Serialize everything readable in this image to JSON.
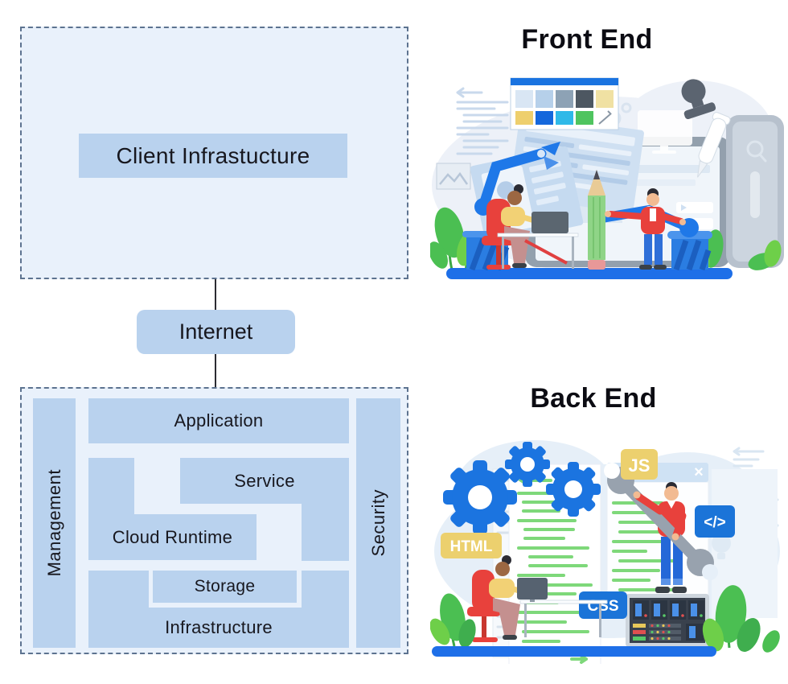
{
  "left_diagram": {
    "client_label": "Client Infrastucture",
    "internet_label": "Internet",
    "management_label": "Management",
    "security_label": "Security",
    "application_label": "Application",
    "service_label": "Service",
    "cloud_runtime_label": "Cloud Runtime",
    "storage_label": "Storage",
    "infrastructure_label": "Infrastructure"
  },
  "front_end": {
    "title": "Front End"
  },
  "back_end": {
    "title": "Back End",
    "badge_js": "JS",
    "badge_html": "HTML",
    "badge_css": "CSS",
    "badge_code": "</>",
    "window_close": "×"
  },
  "colors": {
    "box_fill": "#e9f1fb",
    "block_fill": "#b9d2ee",
    "dashed_border": "#5d7390",
    "accent_blue": "#1b74e0",
    "badge_yellow": "#ecd06e",
    "badge_blue": "#1b74d8",
    "illustration_red": "#e8413c",
    "plant_green": "#4bbf52",
    "code_green": "#7ed87a",
    "base_blue": "#1e6fe8"
  }
}
